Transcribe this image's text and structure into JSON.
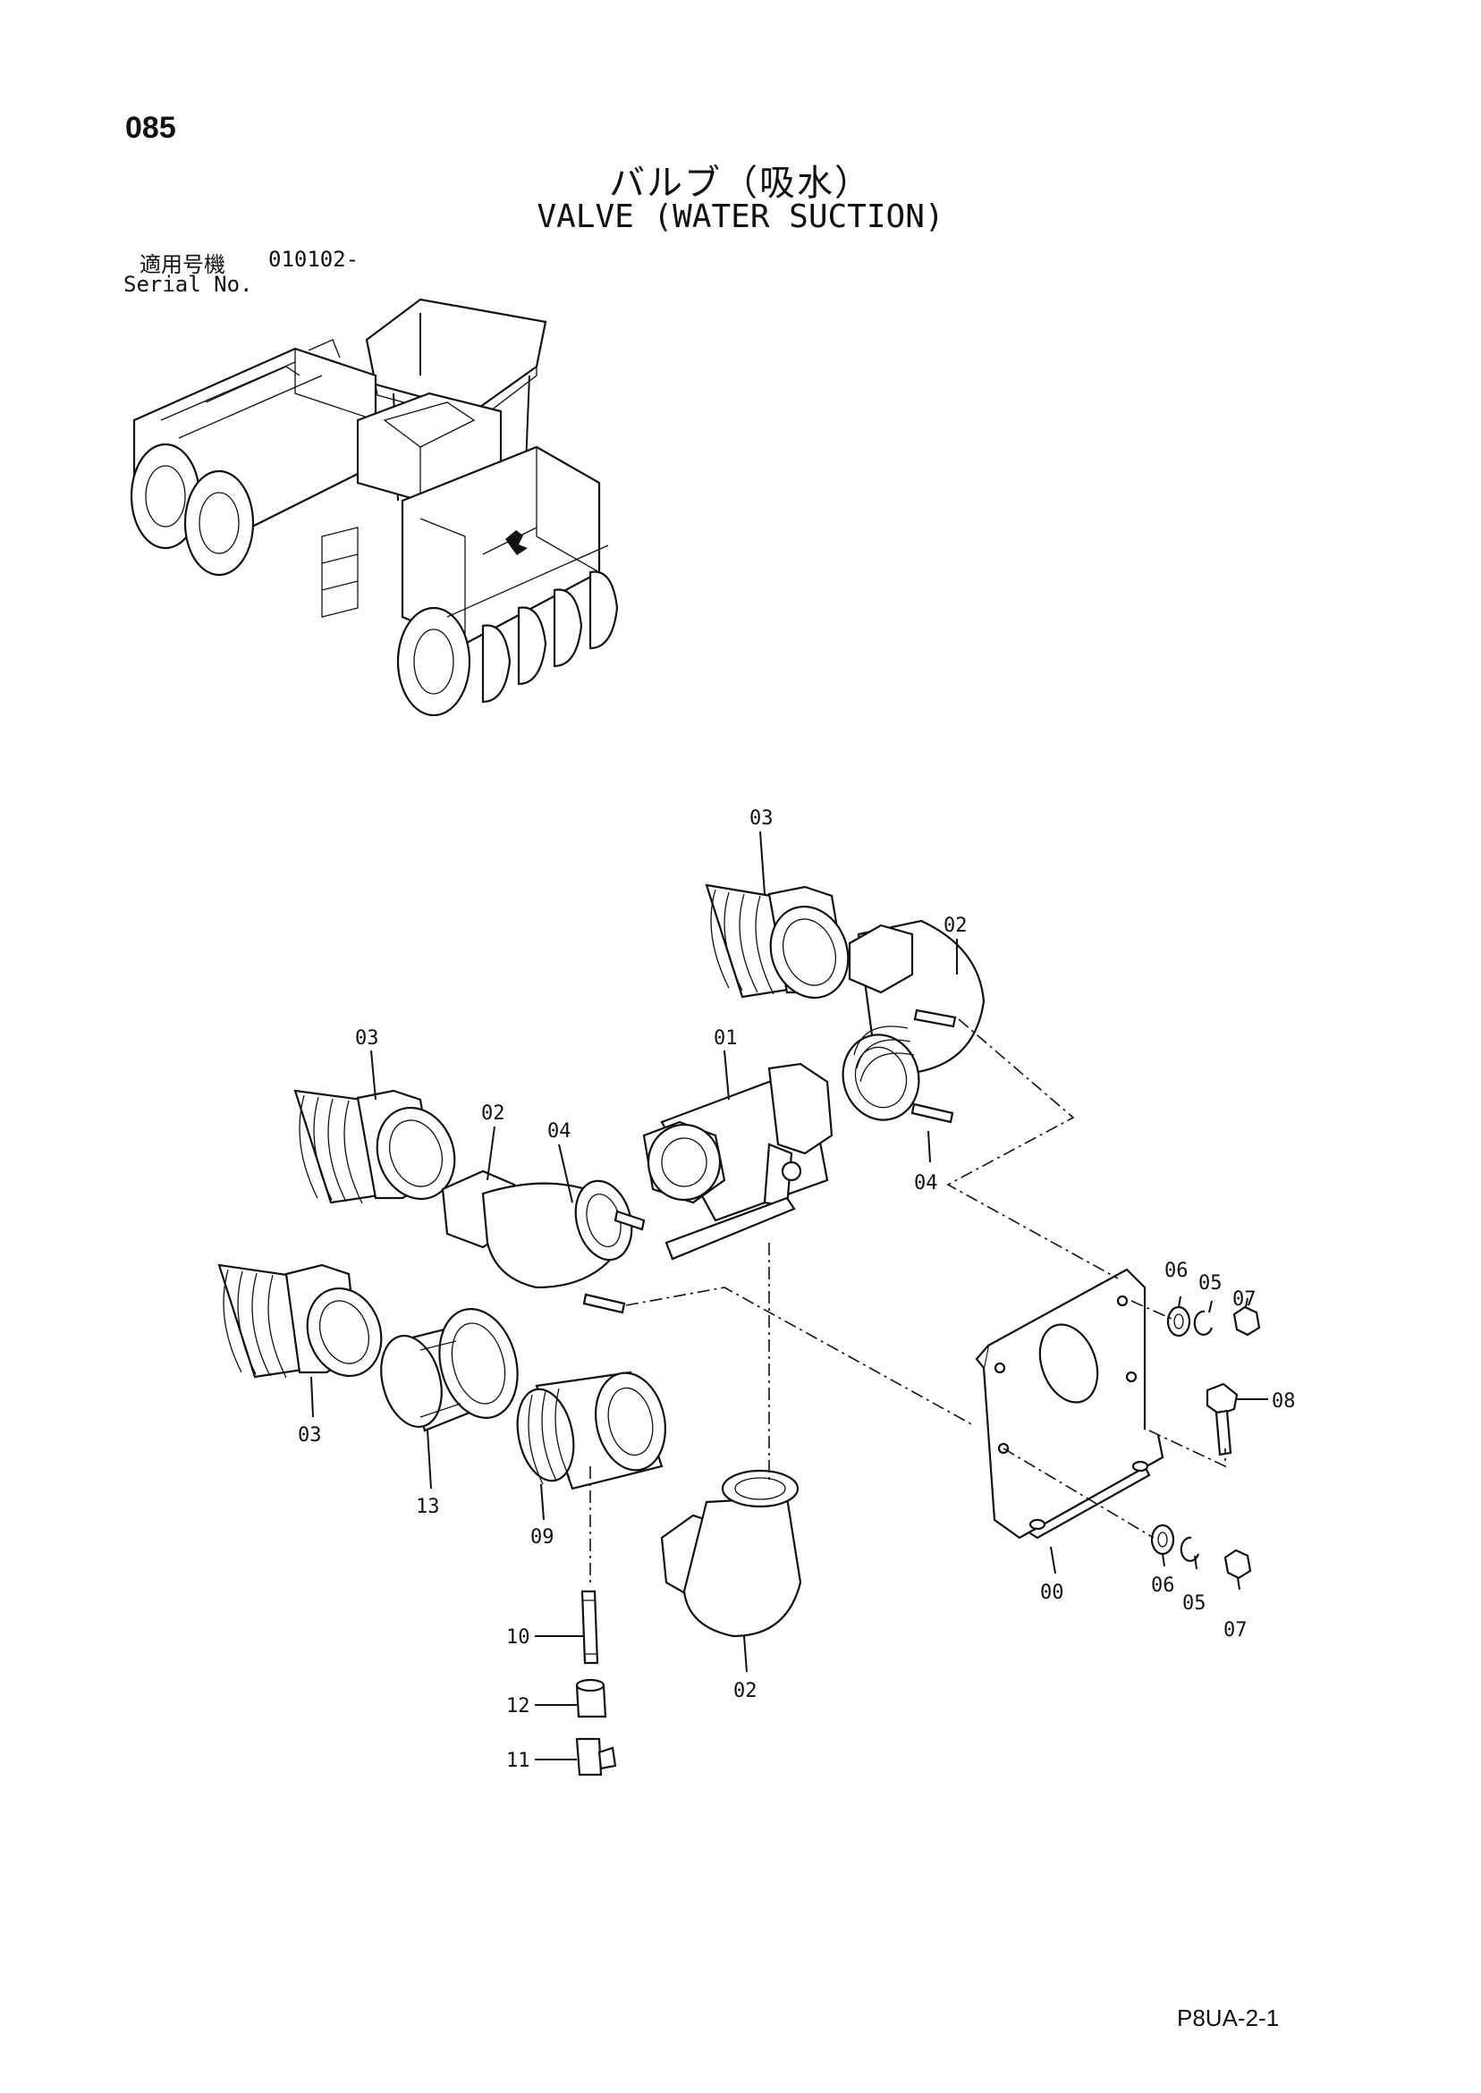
{
  "header": {
    "page_number": "085",
    "title_jp": "バルブ（吸水）",
    "title_en": "VALVE (WATER SUCTION)",
    "serial_label_jp": "適用号機",
    "serial_value": "010102-",
    "serial_label_en": "Serial No."
  },
  "callouts": {
    "c00": "00",
    "c01": "01",
    "c02a": "02",
    "c02b": "02",
    "c02c": "02",
    "c03a": "03",
    "c03b": "03",
    "c03c": "03",
    "c04a": "04",
    "c04b": "04",
    "c05a": "05",
    "c05b": "05",
    "c06a": "06",
    "c06b": "06",
    "c07a": "07",
    "c07b": "07",
    "c08": "08",
    "c09": "09",
    "c10": "10",
    "c11": "11",
    "c12": "12",
    "c13": "13"
  },
  "footer": {
    "page_code": "P8UA-2-1"
  }
}
